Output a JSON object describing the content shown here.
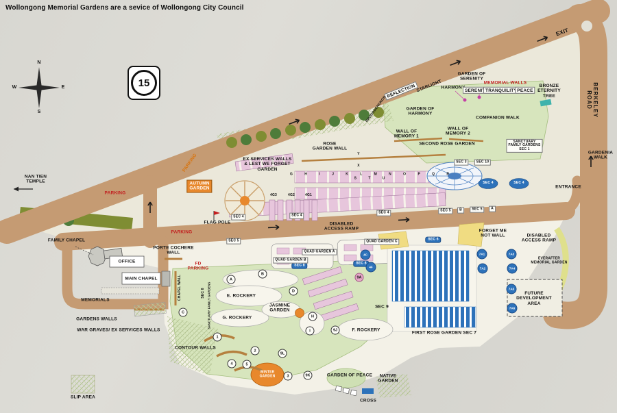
{
  "title": "Wollongong Memorial Gardens are a sevice of Wollongong City Council",
  "speed_sign": "15",
  "compass": {
    "n": "N",
    "w": "W",
    "e": "E",
    "s": "S"
  },
  "plot_letters": "G H I J K L M N O P Q R S T U",
  "labels": {
    "exit": "EXIT",
    "berkeley_road": "BERKELEY ROAD",
    "gardenia_walk": "GARDENIA\nWALK",
    "entrance": "ENTRANCE",
    "garden_of_serenity": "GARDEN OF\nSERENITY",
    "memorial_walls": "MEMORIAL WALLS",
    "starlight": "STARLIGHT",
    "harmony": "HARMONY",
    "serenity": "SERENITY",
    "tranquility": "TRANQUILITY",
    "peace": "PEACE",
    "reflection": "REFLECTION",
    "bronze_eternity_tree": "BRONZE\nETERNITY\nTREE",
    "rhododendron": "RHODODENDRON",
    "garden_of_harmony": "GARDEN OF\nHARMONY",
    "companion_walk": "COMPANION WALK",
    "wall_of_memory_1": "WALL OF\nMEMORY 1",
    "wall_of_memory_2": "WALL OF\nMEMORY 2",
    "second_rose_garden": "SECOND ROSE GARDEN",
    "sanctuary_sec1": "SANCTUARY\nFAMILY GARDENS\nSEC 1",
    "rose_garden_wall": "ROSE\nGARDEN WALL",
    "ex_services_walls": "EX SERVICES WALLS\n& LEST WE FORGET\nGARDEN",
    "parking_top": "PARKING",
    "parking_west": "PARKING",
    "parking_mid": "PARKING",
    "fd_parking": "FD\nPARKING",
    "autumn_garden": "AUTUMN\nGARDEN",
    "nan_tien_temple": "NAN TIEN\nTEMPLE",
    "flag_pole": "FLAG POLE",
    "porte_cochere_wall": "PORTE COCHERE\nWALL",
    "ramp_center": "DISABLED\nACCESS RAMP",
    "ramp_east": "DISABLED\nACCESS RAMP",
    "sec3": "SEC 3",
    "sec10": "SEC 10",
    "sec6": "SEC 6",
    "sec4_1": "SEC 4",
    "sec4_2": "SEC 4",
    "sec4_3": "SEC 4",
    "sec5_1": "SEC 5",
    "b1": "B",
    "sec5_2": "SEC 5",
    "a1": "A",
    "sec5_3": "SEC 5",
    "sec4_oval_1": "SEC 4",
    "sec4_oval_2": "SEC 4",
    "sec8_1": "SEC 8",
    "sec8_2": "SEC 8",
    "g3": "4G3",
    "g2": "4G2",
    "g1": "4G1",
    "y_mark": "Y",
    "x_mark": "X",
    "quad_a": "QUAD GARDEN A",
    "quad_b": "QUAD GARDEN B",
    "quad_c": "QUAD GARDEN C",
    "forget_me_not": "FORGET ME\nNOT WALL",
    "everafter": "EVERAFTER\nMEMORIAL GARDEN",
    "future_development": "FUTURE\nDEVELOPMENT\nAREA",
    "first_rose_garden": "FIRST ROSE GARDEN SEC 7",
    "sec9": "SEC 9",
    "e_rockery": "E. ROCKERY",
    "g_rockery": "G. ROCKERY",
    "f_rockery": "F. ROCKERY",
    "jasmine_garden": "JASMINE\nGARDEN",
    "contour_walls": "CONTOUR WALLS",
    "winter_garden": "WINTER\nGARDEN",
    "garden_of_peace": "GARDEN OF PEACE",
    "native_garden": "NATIVE\nGARDEN",
    "cross": "CROSS",
    "slip_area": "SLIP AREA",
    "family_chapel": "FAMILY CHAPEL",
    "office": "OFFICE",
    "main_chapel": "MAIN CHAPEL",
    "memorials": "MEMORIALS",
    "gardens_walls": "GARDENS WALLS",
    "war_graves": "WAR GRAVES/ EX SERVICES WALLS",
    "chapel_wall": "CHAPEL WALL",
    "sec8_vert": "SEC 8",
    "sanctuary_small": "SANCTUARY FAMILY GARDENS"
  },
  "markers": [
    "A",
    "B",
    "C",
    "D",
    "H",
    "I",
    "1",
    "2",
    "3",
    "4",
    "5",
    "9L",
    "9K",
    "9J",
    "9A",
    "7A1",
    "7A2",
    "7A3",
    "7A4",
    "7A5",
    "7A6",
    "4C",
    "4F"
  ]
}
